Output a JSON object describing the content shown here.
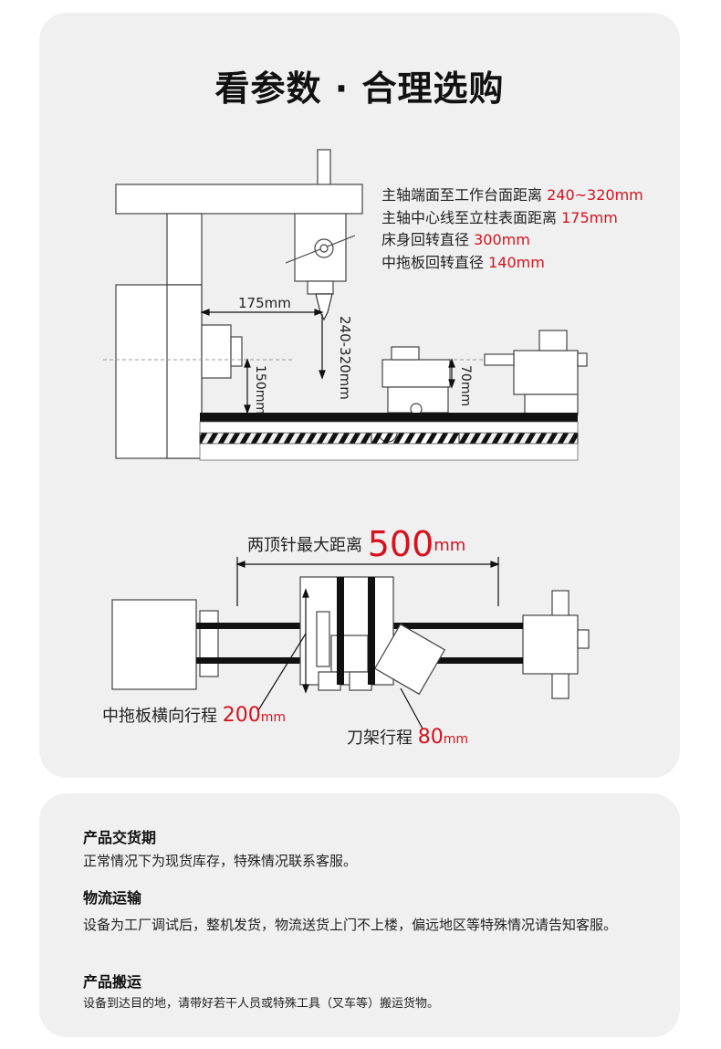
{
  "title": "看参数 · 合理选购",
  "specs": [
    {
      "label": "主轴端面至工作台面距离",
      "value": "240~320mm"
    },
    {
      "label": "主轴中心线至立柱表面距离",
      "value": "175mm"
    },
    {
      "label": "床身回转直径",
      "value": "300mm"
    },
    {
      "label": "中拖板回转直径",
      "value": "140mm"
    }
  ],
  "diagram1": {
    "dim_horizontal": "175mm",
    "dim_spindle": "240-320mm",
    "dim_bed": "150mm",
    "dim_carriage": "70mm"
  },
  "diagram2": {
    "centers_label": "两顶针最大距离",
    "centers_value": "500",
    "centers_unit": "mm",
    "cross_label": "中拖板横向行程",
    "cross_value": "200",
    "cross_unit": "mm",
    "tool_label": "刀架行程",
    "tool_value": "80",
    "tool_unit": "mm"
  },
  "info": [
    {
      "heading": "产品交货期",
      "text": "正常情况下为现货库存，特殊情况联系客服。"
    },
    {
      "heading": "物流运输",
      "text": "设备为工厂调试后，整机发货，物流送货上门不上楼，偏远地区等特殊情况请告知客服。"
    },
    {
      "heading": "产品搬运",
      "text": "设备到达目的地，请带好若干人员或特殊工具（叉车等）搬运货物。"
    }
  ],
  "colors": {
    "accent": "#d6121f",
    "card": "#f0f0f0",
    "line": "#333333"
  }
}
